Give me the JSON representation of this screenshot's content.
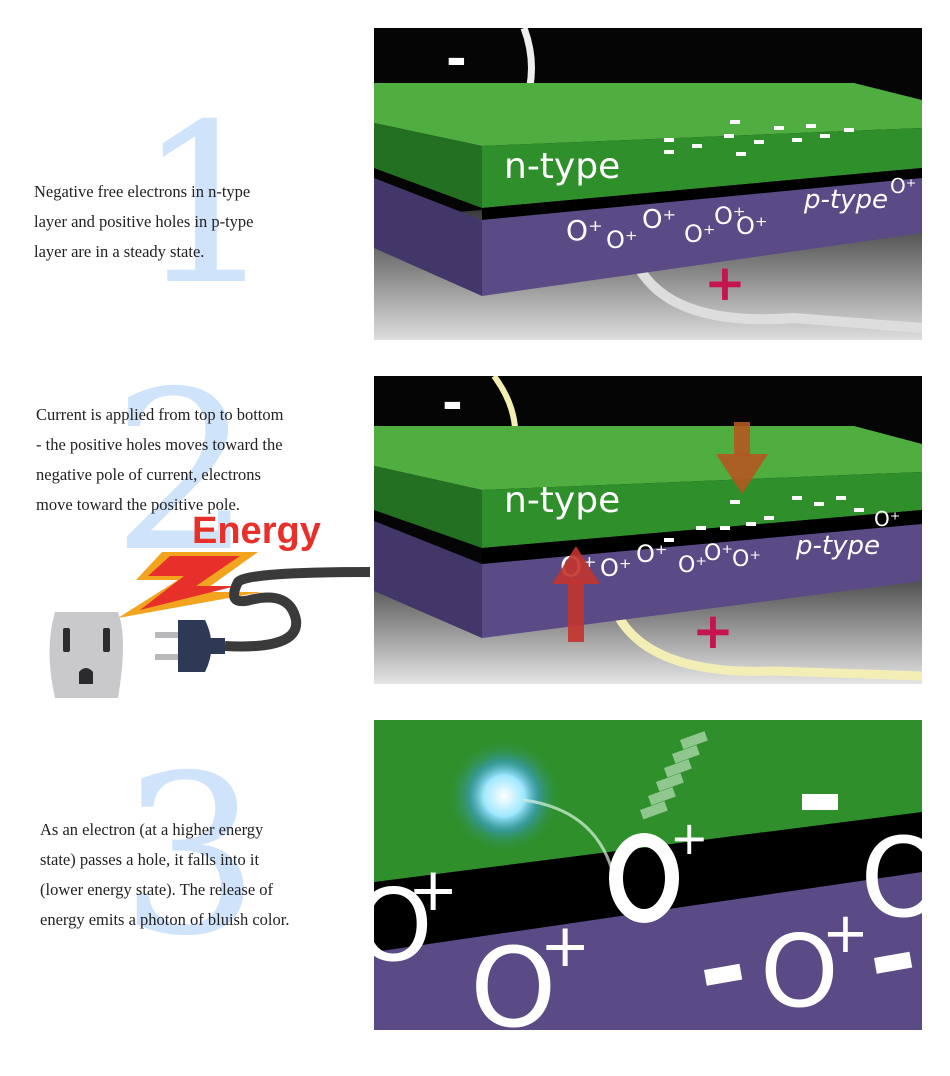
{
  "colors": {
    "numeral": "#cfe3fb",
    "n_layer": "#2f8f2b",
    "p_layer": "#5a4a86",
    "arrow": "#c2342c",
    "plus": "#c4154e",
    "energy_text": "#e8302a"
  },
  "steps": [
    {
      "number": "1",
      "description": "Negative free electrons in n-type\nlayer and positive holes in p-type\nlayer are in a steady state.",
      "n_label": "n-type",
      "p_label": "p-type",
      "pole_minus": "-",
      "pole_plus": "+",
      "hole": "O⁺",
      "electron": "-"
    },
    {
      "number": "2",
      "description": "Current is applied from top to bottom\n- the positive holes moves toward the\nnegative pole of current, electrons\nmove toward the positive pole.",
      "n_label": "n-type",
      "p_label": "p-type",
      "pole_minus": "-",
      "pole_plus": "+",
      "energy_label": "Energy",
      "icons": [
        "power-outlet-icon",
        "lightning-bolt-icon",
        "plug-icon",
        "down-arrow-icon",
        "up-arrow-icon"
      ]
    },
    {
      "number": "3",
      "description": "As an electron (at a higher energy\nstate) passes a hole, it falls into it\n(lower energy state).  The release of\nenergy emits a photon of bluish color.",
      "hole": "O",
      "plus": "+",
      "minus": "-",
      "icons": [
        "photon-glow-icon"
      ]
    }
  ]
}
